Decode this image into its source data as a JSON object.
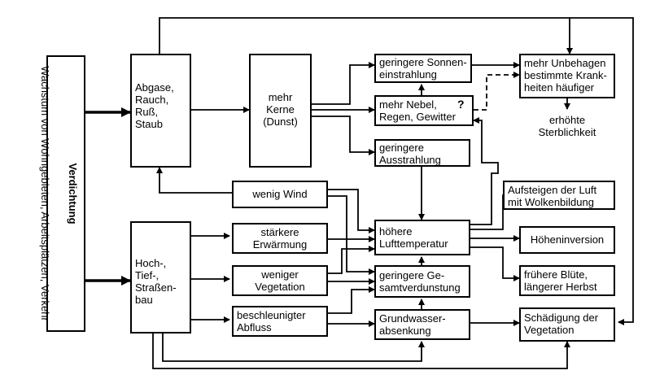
{
  "nodes": {
    "verdichtung_title": "Verdichtung",
    "verdichtung_sub": "Wachstum von Wohngebieten, Arbeitsplätzen, Verkehr",
    "abgase": "Abgase,\nRauch,\nRuß,\nStaub",
    "hochbau": "Hoch-,\nTief-,\nStraßen-\nbau",
    "kerne": "mehr\nKerne\n(Dunst)",
    "wind": "wenig Wind",
    "erwaermung": "stärkere\nErwärmung",
    "vegetation": "weniger\nVegetation",
    "abfluss": "beschleunigter\nAbfluss",
    "sonne": "geringere Sonnen-\neinstrahlung",
    "nebel": "mehr Nebel,\nRegen, Gewitter",
    "nebel_q": "?",
    "ausstrahlung": "geringere\nAusstrahlung",
    "lufttemp": "höhere\nLufttemperatur",
    "verdunstung": "geringere Ge-\nsamtverdunstung",
    "grundwasser": "Grundwasser-\nabsenkung",
    "unbehagen": "mehr Unbehagen\nbestimmte Krank-\nheiten häufiger",
    "sterblichkeit": "erhöhte\nSterblichkeit",
    "aufsteigen": "Aufsteigen der Luft\nmit Wolkenbildung",
    "inversion": "Höheninversion",
    "bluete": "frühere Blüte,\nlängerer Herbst",
    "schaedigung": "Schädigung der\nVegetation"
  }
}
